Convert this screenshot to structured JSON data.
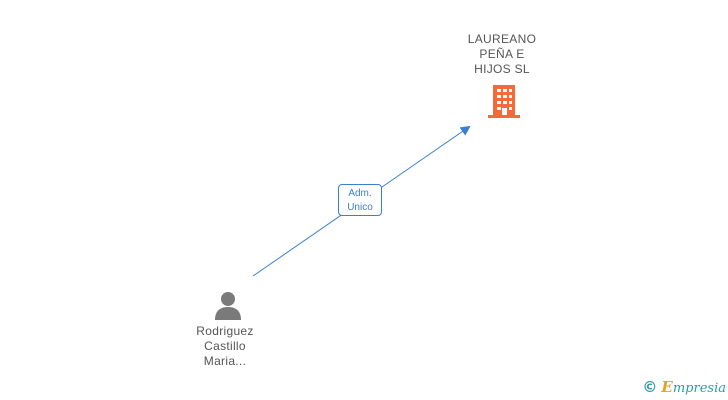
{
  "company": {
    "name_lines": [
      "LAUREANO",
      "PEÑA E",
      "HIJOS SL"
    ],
    "icon": "building-icon",
    "icon_color": "#f26b38"
  },
  "person": {
    "name_lines": [
      "Rodriguez",
      "Castillo",
      "Maria..."
    ],
    "icon": "person-icon",
    "icon_color": "#7a7a7a"
  },
  "relation": {
    "role_lines": [
      "Adm.",
      "Unico"
    ],
    "color": "#3a7fd0"
  },
  "watermark": {
    "symbol": "©",
    "brand_first": "E",
    "brand_rest": "mpresia"
  }
}
